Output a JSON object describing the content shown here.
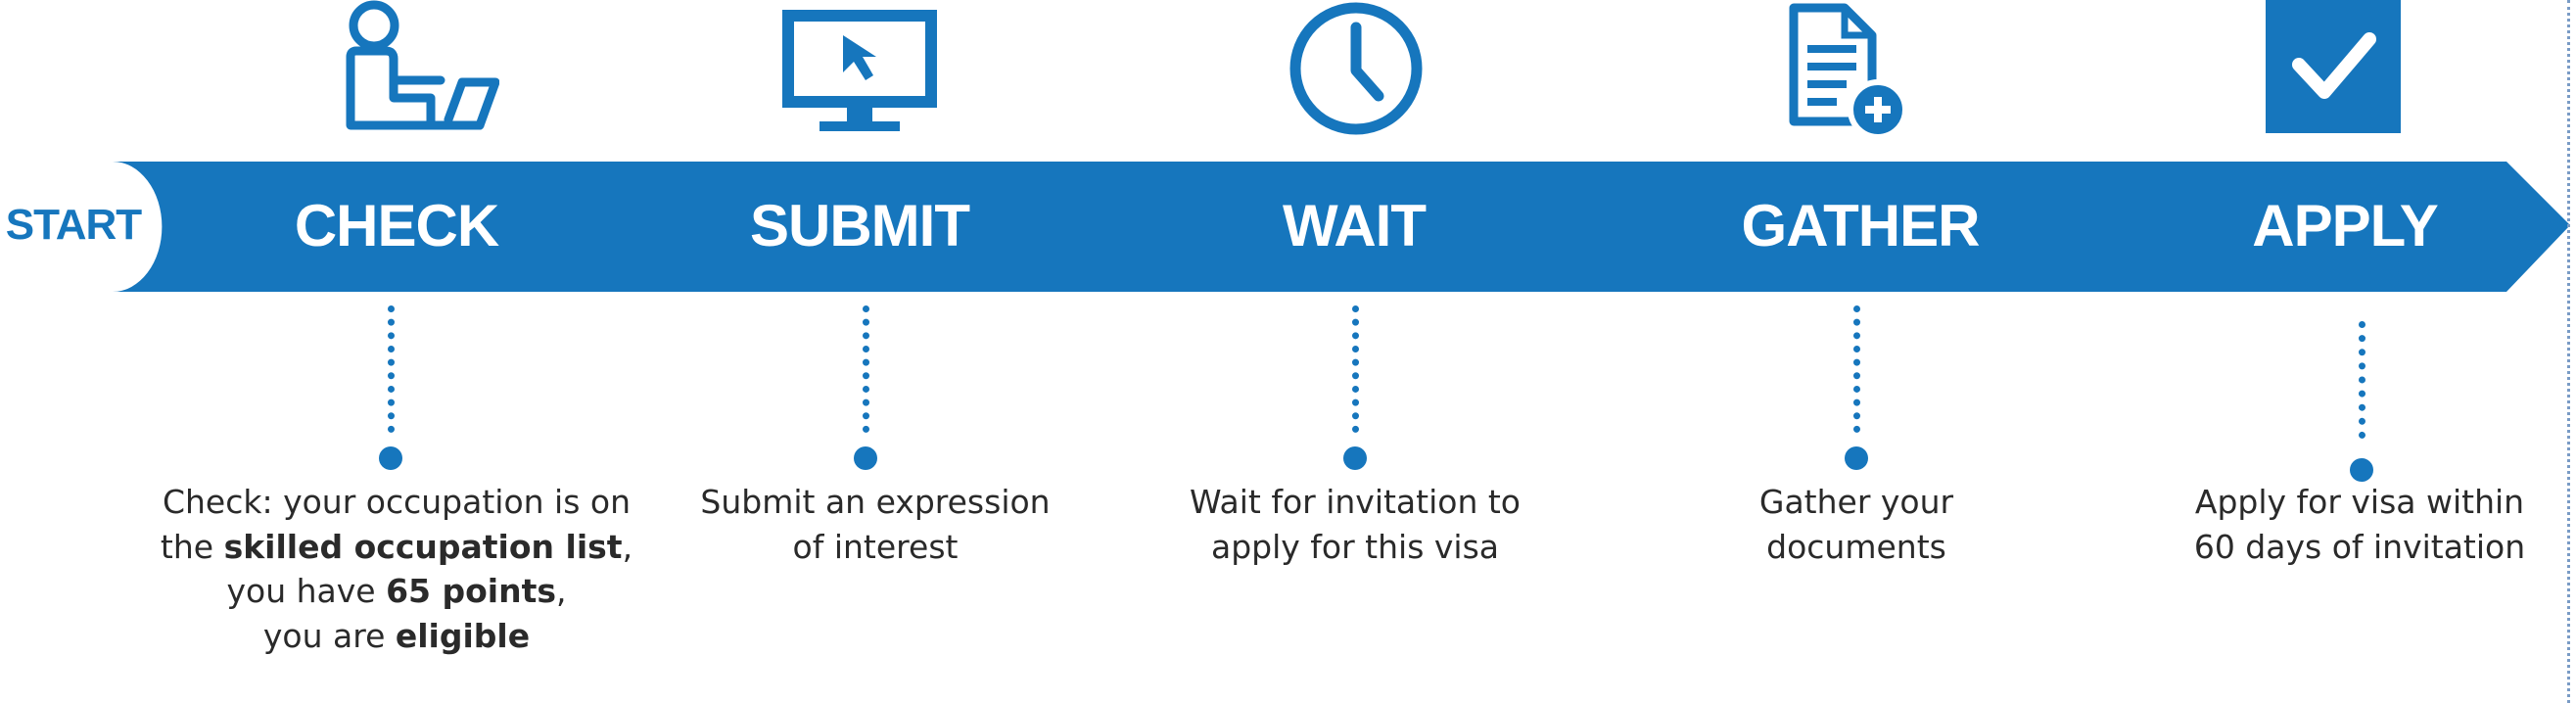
{
  "start_label": "START",
  "steps": [
    {
      "title": "CHECK",
      "icon": "person-at-laptop-icon",
      "desc": [
        {
          "t": "Check: your occupation is on",
          "b": false
        },
        {
          "t": "\n",
          "b": false
        },
        {
          "t": "the ",
          "b": false
        },
        {
          "t": "skilled occupation list",
          "b": true
        },
        {
          "t": ",",
          "b": false
        },
        {
          "t": "\n",
          "b": false
        },
        {
          "t": "you have ",
          "b": false
        },
        {
          "t": "65 points",
          "b": true
        },
        {
          "t": ",",
          "b": false
        },
        {
          "t": "\n",
          "b": false
        },
        {
          "t": "you are ",
          "b": false
        },
        {
          "t": "eligible",
          "b": true
        }
      ]
    },
    {
      "title": "SUBMIT",
      "icon": "monitor-cursor-icon",
      "desc": [
        {
          "t": "Submit an expression",
          "b": false
        },
        {
          "t": "\n",
          "b": false
        },
        {
          "t": "of interest",
          "b": false
        }
      ]
    },
    {
      "title": "WAIT",
      "icon": "clock-icon",
      "desc": [
        {
          "t": "Wait for invitation to",
          "b": false
        },
        {
          "t": "\n",
          "b": false
        },
        {
          "t": "apply for this visa",
          "b": false
        }
      ]
    },
    {
      "title": "GATHER",
      "icon": "document-add-icon",
      "desc": [
        {
          "t": "Gather your",
          "b": false
        },
        {
          "t": "\n",
          "b": false
        },
        {
          "t": "documents",
          "b": false
        }
      ]
    },
    {
      "title": "APPLY",
      "icon": "checkmark-icon",
      "desc": [
        {
          "t": "Apply for visa within",
          "b": false
        },
        {
          "t": "\n",
          "b": false
        },
        {
          "t": "60 days of invitation",
          "b": false
        }
      ]
    }
  ],
  "colors": {
    "primary": "#1676bd",
    "text": "#2a2a2a",
    "background": "#ffffff"
  }
}
